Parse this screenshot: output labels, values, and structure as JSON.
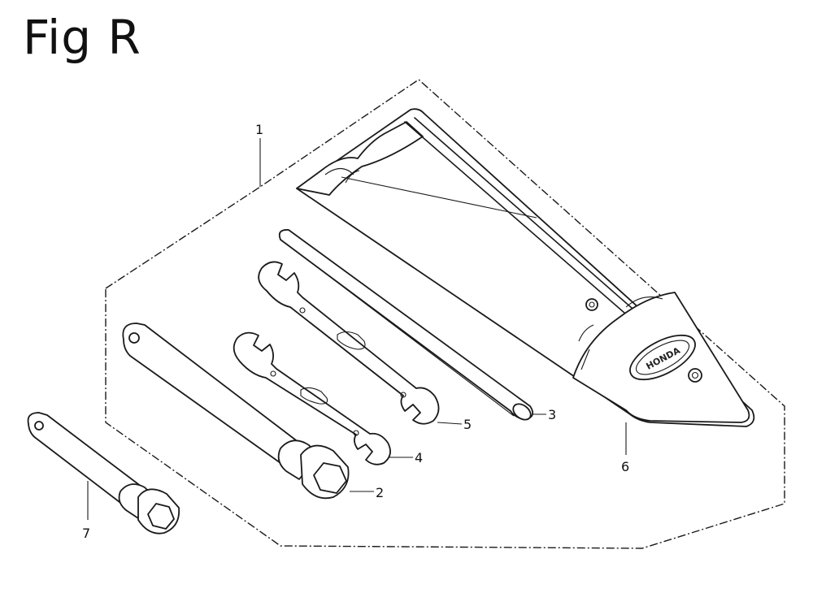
{
  "figure": {
    "title": "Fig R"
  },
  "callouts": {
    "c1": "1",
    "c2": "2",
    "c3": "3",
    "c4": "4",
    "c5": "5",
    "c6": "6",
    "c7": "7"
  },
  "pouch_emblem": "HONDA"
}
